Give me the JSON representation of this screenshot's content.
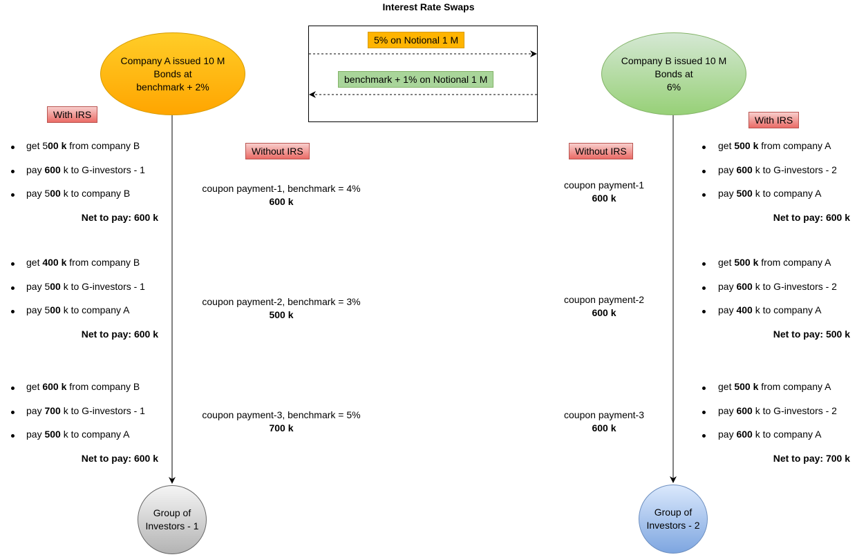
{
  "title": "Interest Rate Swaps",
  "company_a": [
    "Company A issued 10 M",
    "Bonds at",
    "benchmark + 2%"
  ],
  "company_b": [
    "Company B issued 10 M",
    "Bonds at",
    "6%"
  ],
  "investors_1": [
    "Group of",
    "Investors - 1"
  ],
  "investors_2": [
    "Group of",
    "Investors - 2"
  ],
  "swap": {
    "fixed_leg": "5% on Notional 1 M",
    "floating_leg": "benchmark + 1% on Notional 1 M"
  },
  "labels": {
    "with_irs": "With IRS",
    "without_irs": "Without IRS"
  },
  "left": {
    "blocks": [
      {
        "items": [
          {
            "pre": "get 5",
            "bold": "00 k",
            "post": " from company B"
          },
          {
            "pre": "pay ",
            "bold": "600",
            "post": " k to G-investors - 1"
          },
          {
            "pre": "pay 5",
            "bold": "00",
            "post": " k to company B"
          }
        ],
        "net": "Net to pay:  600 k"
      },
      {
        "items": [
          {
            "pre": "get ",
            "bold": "400 k",
            "post": " from company B"
          },
          {
            "pre": "pay 5",
            "bold": "00",
            "post": " k to G-investors - 1"
          },
          {
            "pre": "pay 5",
            "bold": "00",
            "post": " k to company A"
          }
        ],
        "net": "Net to pay:  600 k"
      },
      {
        "items": [
          {
            "pre": "get ",
            "bold": "600 k",
            "post": " from company B"
          },
          {
            "pre": "pay ",
            "bold": "700",
            "post": " k to G-investors - 1"
          },
          {
            "pre": "pay ",
            "bold": "500",
            "post": " k to company A"
          }
        ],
        "net": "Net to pay:  600 k"
      }
    ],
    "coupons": [
      {
        "line": "coupon payment-1, benchmark = 4%",
        "amount": "600 k"
      },
      {
        "line": "coupon payment-2, benchmark = 3%",
        "amount": "500 k"
      },
      {
        "line": "coupon payment-3, benchmark = 5%",
        "amount": "700 k"
      }
    ]
  },
  "right": {
    "blocks": [
      {
        "items": [
          {
            "pre": "get ",
            "bold": "500 k",
            "post": " from company A"
          },
          {
            "pre": "pay ",
            "bold": "600",
            "post": " k to G-investors - 2"
          },
          {
            "pre": "pay ",
            "bold": "500",
            "post": " k to company A"
          }
        ],
        "net": "Net to pay:  600 k"
      },
      {
        "items": [
          {
            "pre": "get ",
            "bold": "500 k",
            "post": " from company A"
          },
          {
            "pre": "pay ",
            "bold": "600",
            "post": " k to G-investors - 2"
          },
          {
            "pre": "pay ",
            "bold": "400",
            "post": " k to company A"
          }
        ],
        "net": "Net to pay:  500 k"
      },
      {
        "items": [
          {
            "pre": "get ",
            "bold": "500 k",
            "post": " from company A"
          },
          {
            "pre": "pay ",
            "bold": "600",
            "post": " k to G-investors - 2"
          },
          {
            "pre": "pay ",
            "bold": "600",
            "post": " k to company A"
          }
        ],
        "net": "Net to pay:  700 k"
      }
    ],
    "coupons": [
      {
        "line": "coupon payment-1",
        "amount": "600 k"
      },
      {
        "line": "coupon payment-2",
        "amount": "600 k"
      },
      {
        "line": "coupon payment-3",
        "amount": "600 k"
      }
    ]
  }
}
